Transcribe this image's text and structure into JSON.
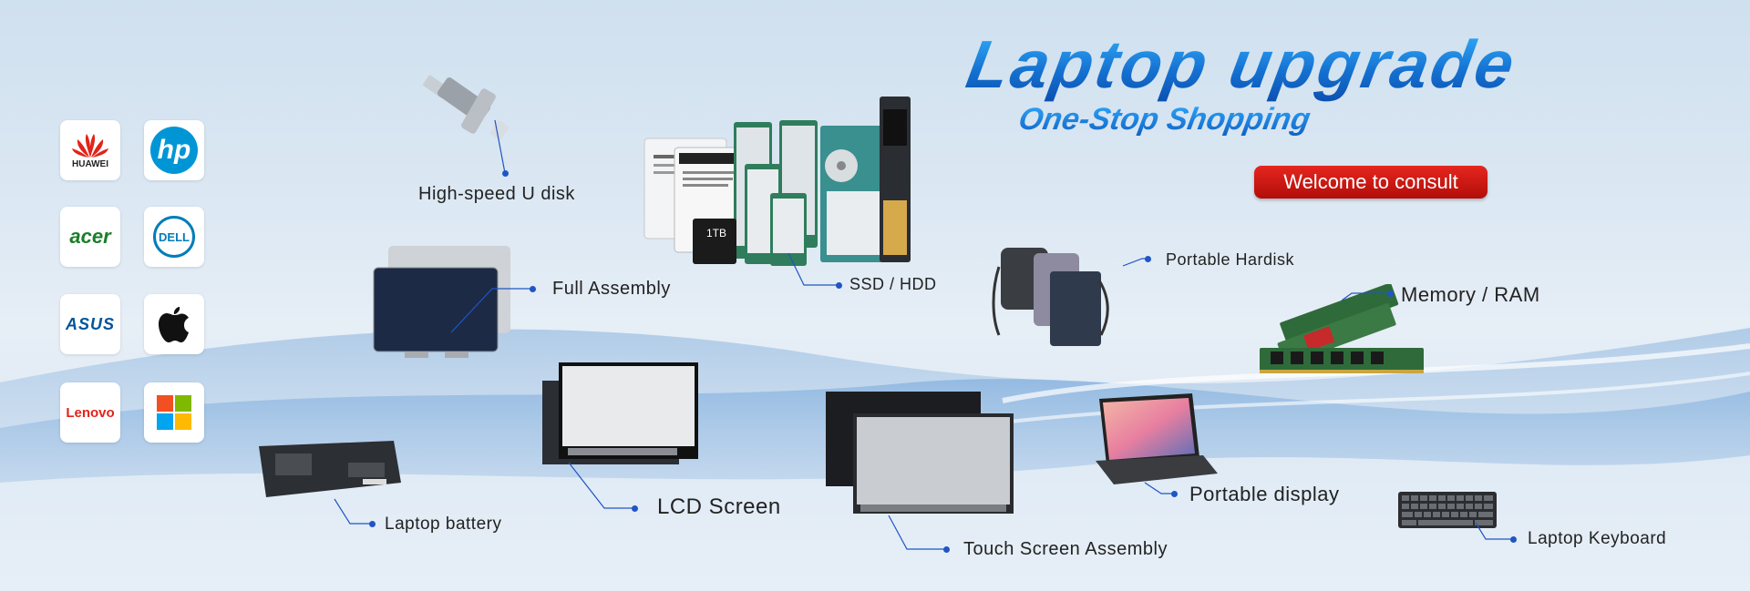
{
  "headline": {
    "main": "Laptop upgrade",
    "sub": "One-Stop Shopping"
  },
  "consult_button": {
    "label": "Welcome to consult"
  },
  "brands": {
    "huawei": "HUAWEI",
    "hp": "hp",
    "acer": "acer",
    "dell": "DELL",
    "asus": "ASUS",
    "lenovo": "Lenovo"
  },
  "products": {
    "usb": "High-speed U disk",
    "ssd": "SSD / HDD",
    "full_assembly": "Full Assembly",
    "portable_hardisk": "Portable Hardisk",
    "memory": "Memory / RAM",
    "lcd": "LCD Screen",
    "battery": "Laptop battery",
    "touch": "Touch Screen Assembly",
    "portable_display": "Portable display",
    "keyboard": "Laptop Keyboard"
  },
  "ssd_capacity_label": "1TB",
  "colors": {
    "accent_blue": "#1f55c4",
    "button_red": "#d11a14",
    "huawei_red": "#e2231a",
    "hp_blue": "#0096d6",
    "acer_green": "#1b7e2b",
    "dell_blue": "#007db8",
    "asus_blue": "#00539b",
    "lenovo_red": "#e2231a"
  },
  "icons": {
    "huawei": "huawei-logo-icon",
    "hp": "hp-logo-icon",
    "acer": "acer-logo-icon",
    "dell": "dell-logo-icon",
    "asus": "asus-logo-icon",
    "apple": "apple-logo-icon",
    "microsoft": "microsoft-logo-icon"
  }
}
